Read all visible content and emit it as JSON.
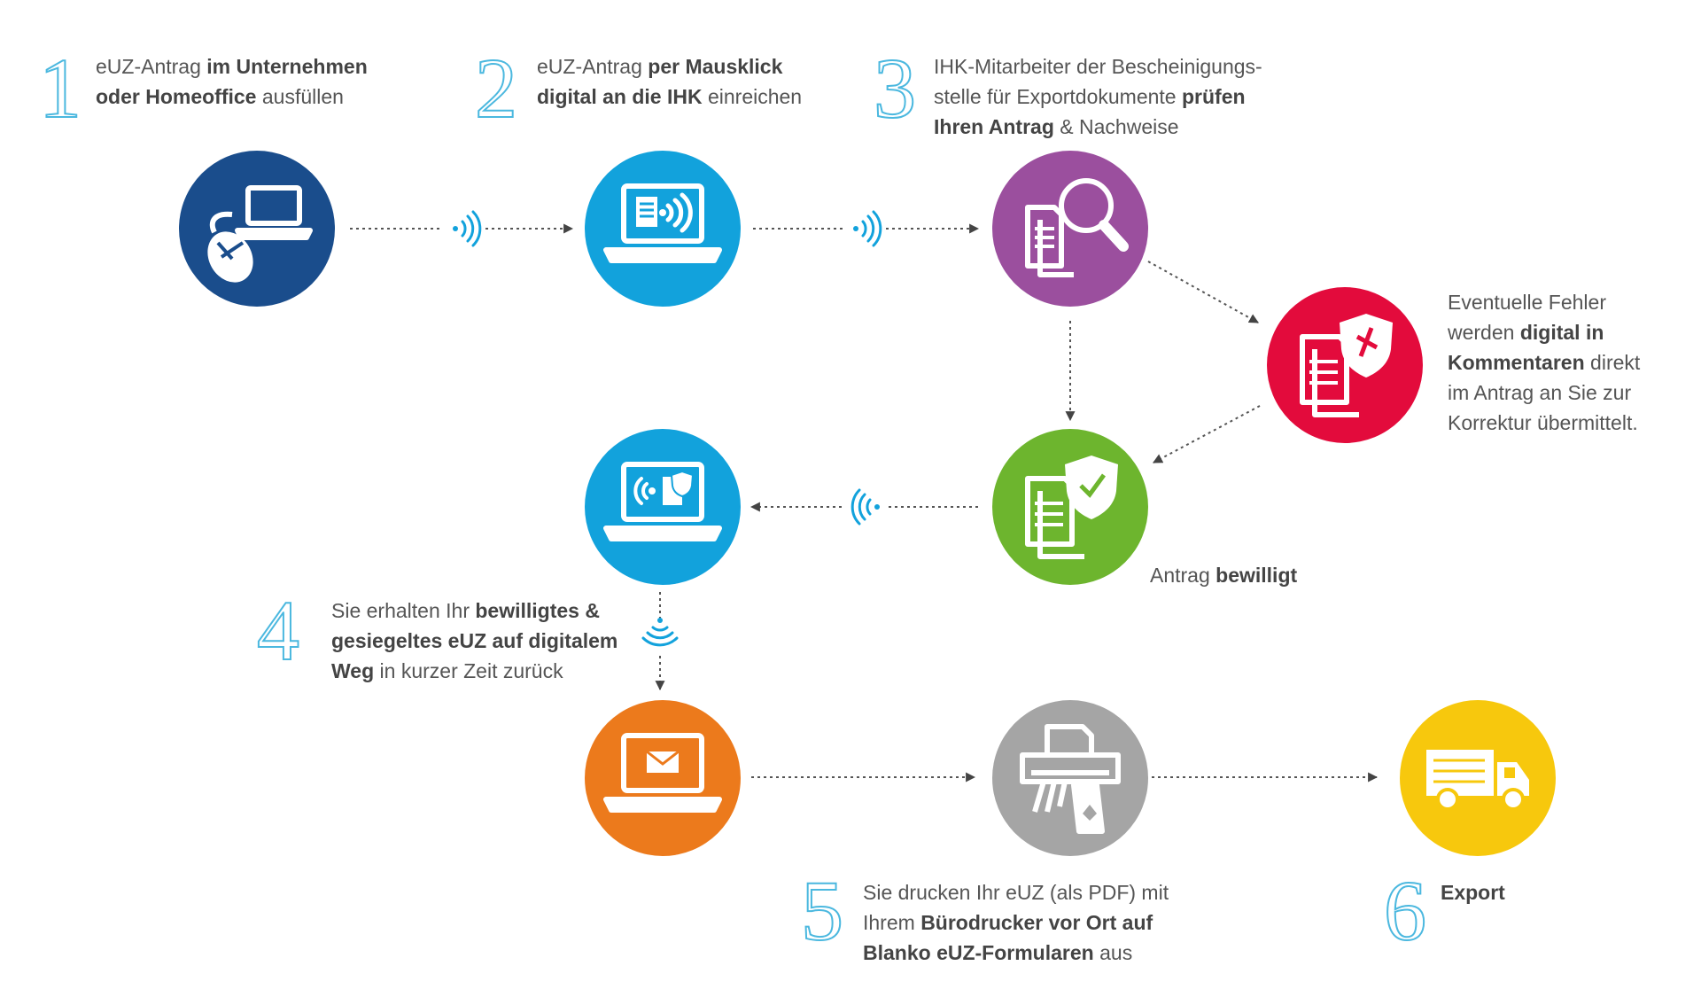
{
  "colors": {
    "navy": "#1a4d8c",
    "blue": "#12a2dc",
    "purple": "#9b4f9e",
    "red": "#e30b3c",
    "green": "#6db52e",
    "orange": "#ec7a1c",
    "gray": "#a5a5a5",
    "yellow": "#f7c80d",
    "number_outline": "#4bb8df"
  },
  "steps": [
    {
      "number": "1",
      "lines": [
        {
          "a": "eUZ-Antrag ",
          "b": "im Unternehmen",
          "c": ""
        },
        {
          "a": "",
          "b": "oder Homeoffice",
          "c": " ausfüllen"
        }
      ]
    },
    {
      "number": "2",
      "lines": [
        {
          "a": "eUZ-Antrag ",
          "b": "per Mausklick",
          "c": ""
        },
        {
          "a": "",
          "b": "digital an die IHK",
          "c": " einreichen"
        }
      ]
    },
    {
      "number": "3",
      "lines": [
        {
          "a": "IHK-Mitarbeiter der Bescheinigungs-",
          "b": "",
          "c": ""
        },
        {
          "a": "stelle für Exportdokumente ",
          "b": "prüfen",
          "c": ""
        },
        {
          "a": "",
          "b": "Ihren Antrag",
          "c": " & Nachweise"
        }
      ]
    },
    {
      "number": "4",
      "lines": [
        {
          "a": "Sie erhalten Ihr ",
          "b": "bewilligtes &",
          "c": ""
        },
        {
          "a": "",
          "b": "gesiegeltes eUZ auf digitalem",
          "c": ""
        },
        {
          "a": "",
          "b": "Weg",
          "c": " in kurzer Zeit zurück"
        }
      ]
    },
    {
      "number": "5",
      "lines": [
        {
          "a": "Sie drucken Ihr eUZ (als PDF) mit",
          "b": "",
          "c": ""
        },
        {
          "a": "Ihrem ",
          "b": "Bürodrucker vor Ort auf",
          "c": ""
        },
        {
          "a": "",
          "b": "Blanko eUZ-Formularen",
          "c": " aus"
        }
      ]
    },
    {
      "number": "6",
      "lines": [
        {
          "a": "",
          "b": "Export",
          "c": ""
        }
      ]
    }
  ],
  "error_note": {
    "lines": [
      {
        "a": "Eventuelle Fehler",
        "b": "",
        "c": ""
      },
      {
        "a": "werden ",
        "b": "digital in",
        "c": ""
      },
      {
        "a": "",
        "b": "Kommentaren",
        "c": " direkt"
      },
      {
        "a": "im Antrag an Sie zur",
        "b": "",
        "c": ""
      },
      {
        "a": "Korrektur übermittelt.",
        "b": "",
        "c": ""
      }
    ]
  },
  "approved_label": {
    "lines": [
      {
        "a": "Antrag ",
        "b": "bewilligt",
        "c": ""
      }
    ]
  },
  "icons": [
    "laptop-mouse-icon",
    "laptop-send-document-icon",
    "documents-magnifier-icon",
    "documents-shield-error-icon",
    "documents-shield-check-icon",
    "laptop-receive-document-icon",
    "laptop-email-icon",
    "printer-icon",
    "truck-icon",
    "wireless-signal-icon"
  ]
}
